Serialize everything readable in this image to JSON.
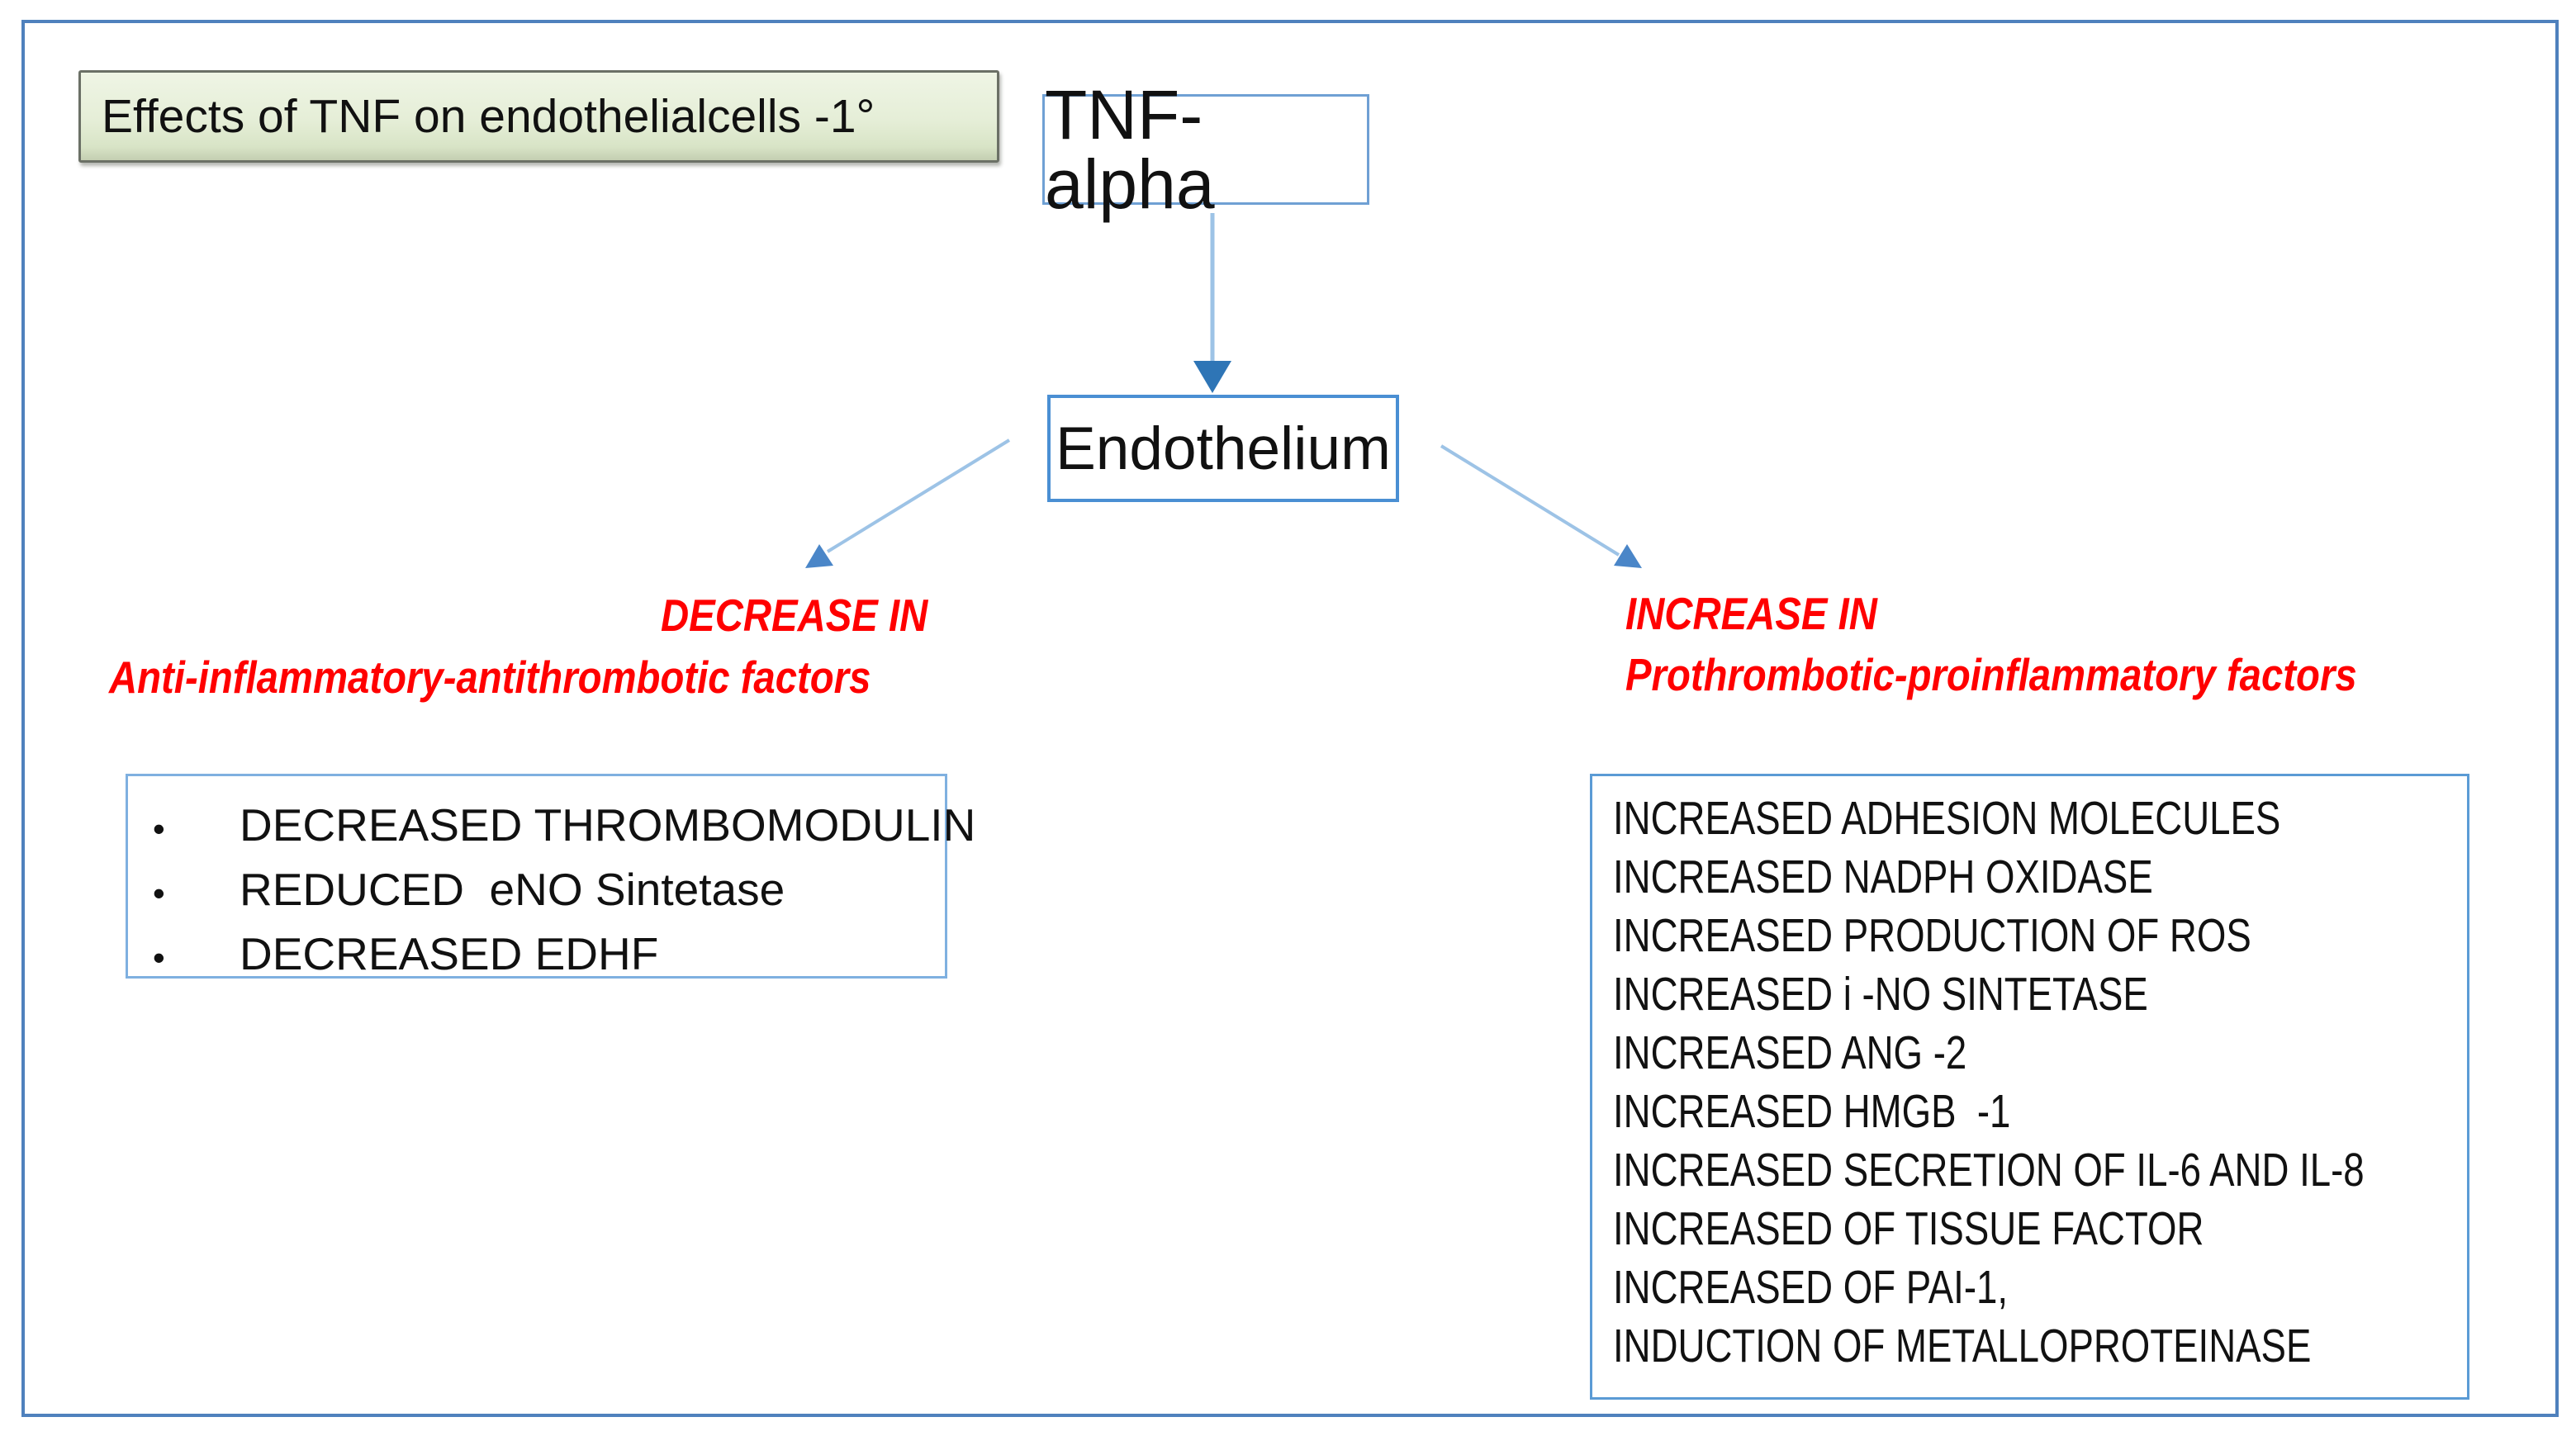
{
  "slide": {
    "title": "Effects of TNF on endothelialcells -1°"
  },
  "nodes": {
    "tnf": "TNF-alpha",
    "endothelium": "Endothelium"
  },
  "decrease_branch": {
    "heading_line1": "DECREASE IN",
    "heading_line2": "Anti-inflammatory-antithrombotic factors",
    "bullet": "•",
    "items": [
      "DECREASED THROMBOMODULIN",
      "REDUCED  eNO Sintetase",
      "DECREASED EDHF"
    ]
  },
  "increase_branch": {
    "heading_line1": "INCREASE IN",
    "heading_line2": "Prothrombotic-proinflammatory factors",
    "items": [
      "INCREASED ADHESION MOLECULES",
      "INCREASED NADPH OXIDASE",
      "INCREASED PRODUCTION OF ROS",
      "INCREASED i -NO SINTETASE",
      "INCREASED ANG -2",
      "INCREASED HMGB  -1",
      "INCREASED SECRETION OF IL-6 AND IL-8",
      "INCREASED OF TISSUE FACTOR",
      "INCREASED OF PAI-1,",
      "INDUCTION OF METALLOPROTEINASE"
    ]
  },
  "colors": {
    "outer_border": "#4f81bd",
    "node_border": "#5b9bd5",
    "arrow_line": "#9dc3e6",
    "arrow_head_vertical": "#2e75b6",
    "arrow_head_diagonal": "#4a86c8",
    "heading_red": "#ff0000",
    "title_fill": "#e5eed7",
    "title_border": "#6b7066"
  }
}
